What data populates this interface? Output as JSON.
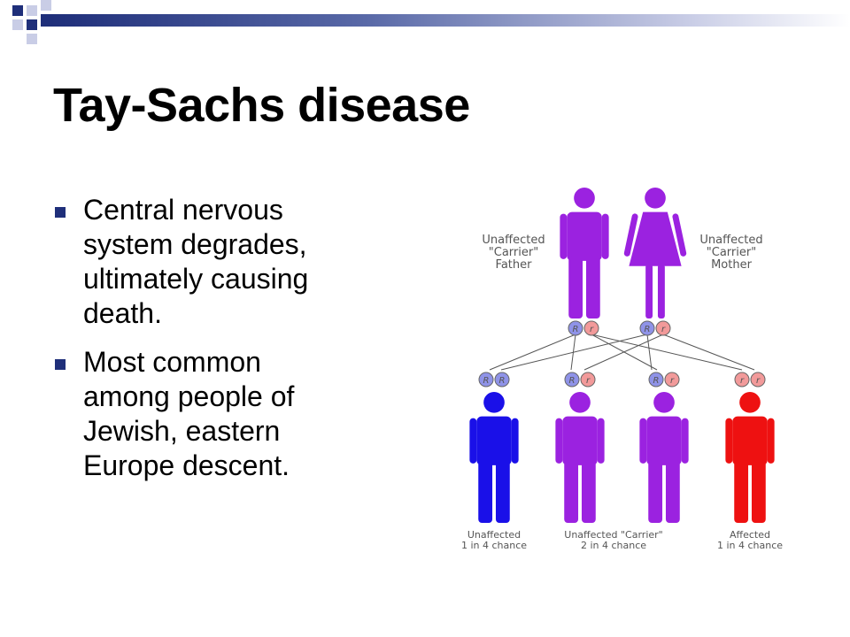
{
  "slide": {
    "title": "Tay-Sachs disease",
    "bullets": [
      "Central nervous system degrades, ultimately causing death.",
      "Most common among people of Jewish, eastern Europe descent."
    ]
  },
  "diagram": {
    "father_label": [
      "Unaffected",
      "\"Carrier\"",
      "Father"
    ],
    "mother_label": [
      "Unaffected",
      "\"Carrier\"",
      "Mother"
    ],
    "father_alleles": [
      "R",
      "r"
    ],
    "mother_alleles": [
      "R",
      "r"
    ],
    "children": [
      {
        "alleles": [
          "R",
          "R"
        ],
        "color": "#1a10e8"
      },
      {
        "alleles": [
          "R",
          "r"
        ],
        "color": "#9b22e0"
      },
      {
        "alleles": [
          "R",
          "r"
        ],
        "color": "#9b22e0"
      },
      {
        "alleles": [
          "r",
          "r"
        ],
        "color": "#ee1111"
      }
    ],
    "bottom_labels": [
      [
        "Unaffected",
        "1 in 4 chance"
      ],
      [
        "Unaffected \"Carrier\"",
        "2 in 4 chance"
      ],
      [
        "Affected",
        "1 in 4 chance"
      ]
    ],
    "colors": {
      "carrier": "#9b22e0",
      "unaffected": "#1a10e8",
      "affected": "#ee1111",
      "dominant_allele": "#8f93e8",
      "recessive_allele": "#f29a9a"
    }
  },
  "theme": {
    "accent": "#1f2f7a"
  }
}
